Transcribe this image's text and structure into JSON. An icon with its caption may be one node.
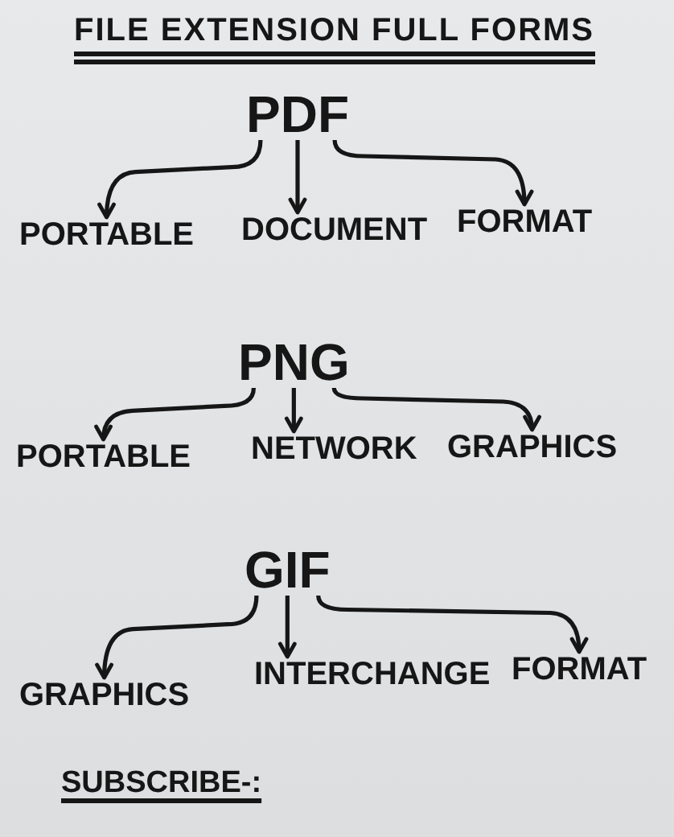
{
  "diagram": {
    "title": "FILE EXTENSION FULL FORMS",
    "nodes": [
      {
        "text": [
          "PDF"
        ]
      },
      {
        "text": [
          "PORTABLE"
        ]
      },
      {
        "text": [
          "DOCUMENT"
        ]
      },
      {
        "text": [
          "FORMAT"
        ]
      },
      {
        "text": [
          "PNG"
        ]
      },
      {
        "text": [
          "PORTABLE"
        ]
      },
      {
        "text": [
          "NETWORK"
        ]
      },
      {
        "text": [
          "GRAPHICS"
        ]
      },
      {
        "text": [
          "GIF"
        ]
      },
      {
        "text": [
          "GRAPHICS"
        ]
      },
      {
        "text": [
          "INTERCHANGE"
        ]
      },
      {
        "text": [
          "FORMAT"
        ]
      }
    ],
    "edges": [
      {
        "from": 0,
        "to": 1,
        "arrow": "to"
      },
      {
        "from": 0,
        "to": 2,
        "arrow": "to"
      },
      {
        "from": 0,
        "to": 3,
        "arrow": "to"
      },
      {
        "from": 4,
        "to": 5,
        "arrow": "to"
      },
      {
        "from": 4,
        "to": 6,
        "arrow": "to"
      },
      {
        "from": 4,
        "to": 7,
        "arrow": "to"
      },
      {
        "from": 8,
        "to": 9,
        "arrow": "to"
      },
      {
        "from": 8,
        "to": 10,
        "arrow": "to"
      },
      {
        "from": 8,
        "to": 11,
        "arrow": "to"
      }
    ],
    "labels": [
      "SUBSCRIBE-:"
    ]
  }
}
